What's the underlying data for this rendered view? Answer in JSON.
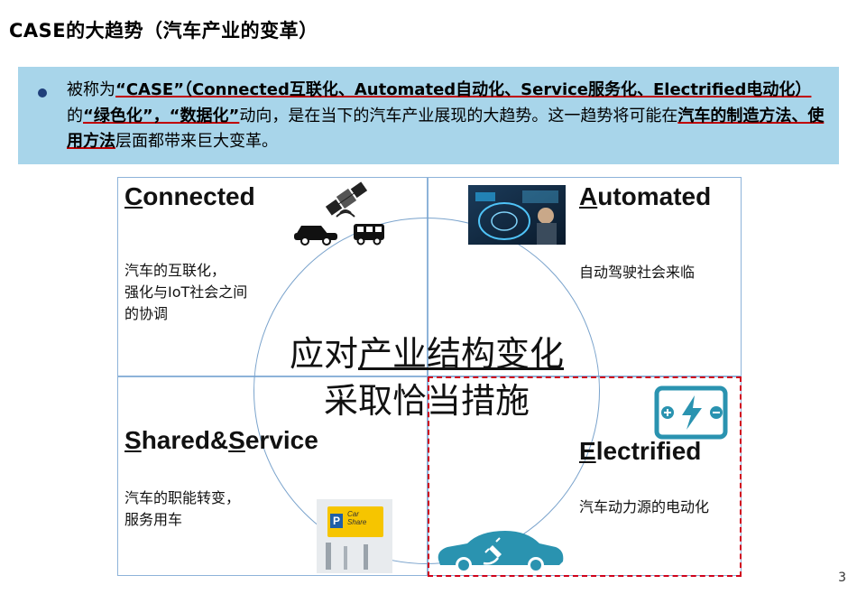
{
  "slide": {
    "title": "CASE的大趋势（汽车产业的变革）",
    "page_number": "3"
  },
  "callout": {
    "t1": "被称为",
    "t2": "“CASE”（Connected互联化、Automated自动化、Service服务化、Electrified电动化）",
    "t3": "的",
    "t4": "“绿色化”，“数据化”",
    "t5": "动向，是在当下的汽车产业展现的大趋势。这一趋势将可能在",
    "t6": "汽车的制造方法、使用方法",
    "t7": "层面都带来巨大变革。"
  },
  "quadrants": {
    "connected": {
      "first": "C",
      "rest": "onnected",
      "desc": "汽车的互联化，\n强化与IoT社会之间\n的协调"
    },
    "automated": {
      "first": "A",
      "rest": "utomated",
      "desc": "自动驾驶社会来临"
    },
    "shared": {
      "first": "S",
      "mid": "hared&",
      "first2": "S",
      "rest": "ervice",
      "desc": "汽车的职能转变，\n服务用车"
    },
    "electrified": {
      "first": "E",
      "rest": "lectrified",
      "desc": "汽车动力源的电动化"
    }
  },
  "center": {
    "line1_a": "应对",
    "line1_b": "产业结构变化",
    "line2": "采取恰当措施"
  },
  "car_share_sign": {
    "p": "P",
    "line1": "Car",
    "line2": "Share"
  },
  "colors": {
    "callout_bg": "#a8d5ea",
    "grid_line": "#8db3d9",
    "dash_box": "#d0021b",
    "teal_icon": "#2a93b0"
  }
}
